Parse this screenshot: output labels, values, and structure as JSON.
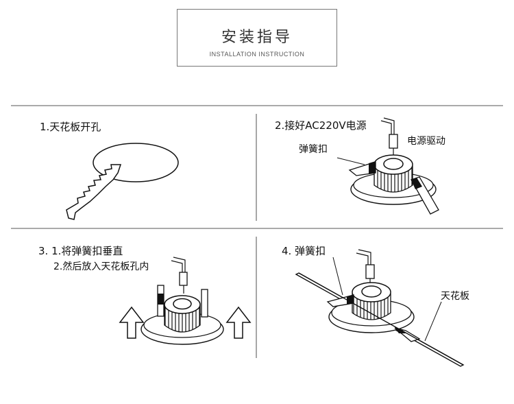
{
  "header": {
    "title": "安装指导",
    "subtitle": "INSTALLATION INSTRUCTION"
  },
  "steps": [
    {
      "label": "1.天花板开孔"
    },
    {
      "label": "2.接好AC220V电源",
      "callouts": [
        "弹簧扣",
        "电源驱动"
      ]
    },
    {
      "label": "3. 1.将弹簧扣垂直",
      "sub_label": "2.然后放入天花板孔内"
    },
    {
      "label": "4. 弹簧扣",
      "callouts": [
        "天花板"
      ]
    }
  ],
  "colors": {
    "line": "#111111",
    "frame": "#777777"
  }
}
